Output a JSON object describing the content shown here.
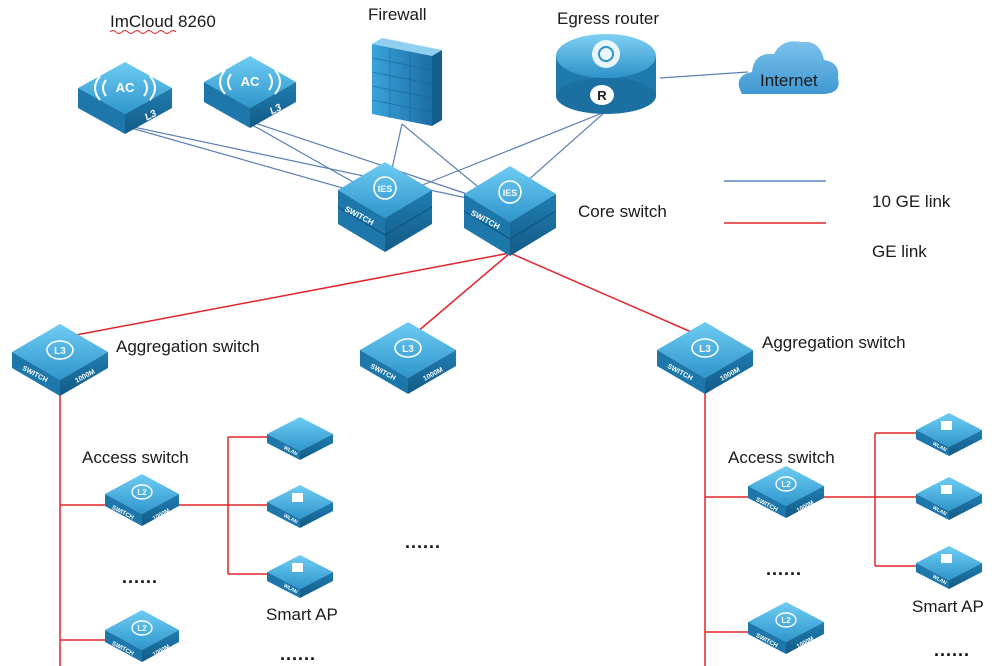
{
  "labels": {
    "imcloud": "ImCloud 8260",
    "firewall": "Firewall",
    "egress_router": "Egress router",
    "internet": "Internet",
    "core_switch": "Core switch",
    "legend_10ge": "10 GE link",
    "legend_ge": "GE link",
    "aggregation_left": "Aggregation switch",
    "aggregation_right": "Aggregation switch",
    "access_left": "Access switch",
    "access_right": "Access switch",
    "smart_ap_left": "Smart AP",
    "smart_ap_right": "Smart AP",
    "ellipsis": "......"
  },
  "device_text": {
    "ac": "AC",
    "l3_tag": "L3",
    "ies": "IES",
    "switch": "SWITCH",
    "l3": "L3",
    "l2": "L2",
    "speed": "1000M",
    "wlan": "WLAN",
    "router_r": "R"
  },
  "colors": {
    "device_blue": "#2a8fc4",
    "device_light": "#5cc0ec",
    "device_dark": "#16628f",
    "link_10ge": "#5b84c4",
    "link_ge": "#e0262b",
    "cloud": "#5aaee0"
  }
}
